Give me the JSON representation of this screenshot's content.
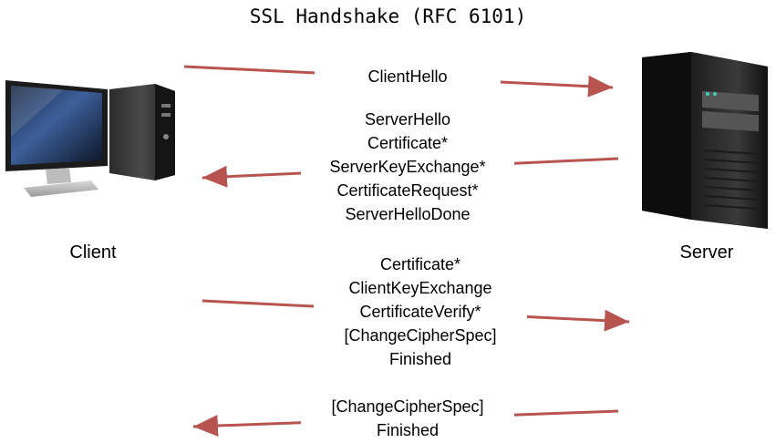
{
  "title": "SSL Handshake (RFC 6101)",
  "colors": {
    "arrow": "#b85450",
    "text": "#000000",
    "background": "#ffffff"
  },
  "nodes": {
    "client": {
      "label": "Client",
      "icon": "desktop-computer-icon"
    },
    "server": {
      "label": "Server",
      "icon": "server-tower-icon"
    }
  },
  "messages": [
    {
      "direction": "client-to-server",
      "lines": [
        "ClientHello"
      ]
    },
    {
      "direction": "server-to-client",
      "lines": [
        "ServerHello",
        "Certificate*",
        "ServerKeyExchange*",
        "CertificateRequest*",
        "ServerHelloDone"
      ]
    },
    {
      "direction": "client-to-server",
      "lines": [
        "Certificate*",
        "ClientKeyExchange",
        "CertificateVerify*",
        "[ChangeCipherSpec]",
        "Finished"
      ]
    },
    {
      "direction": "server-to-client",
      "lines": [
        "[ChangeCipherSpec]",
        "Finished"
      ]
    }
  ]
}
